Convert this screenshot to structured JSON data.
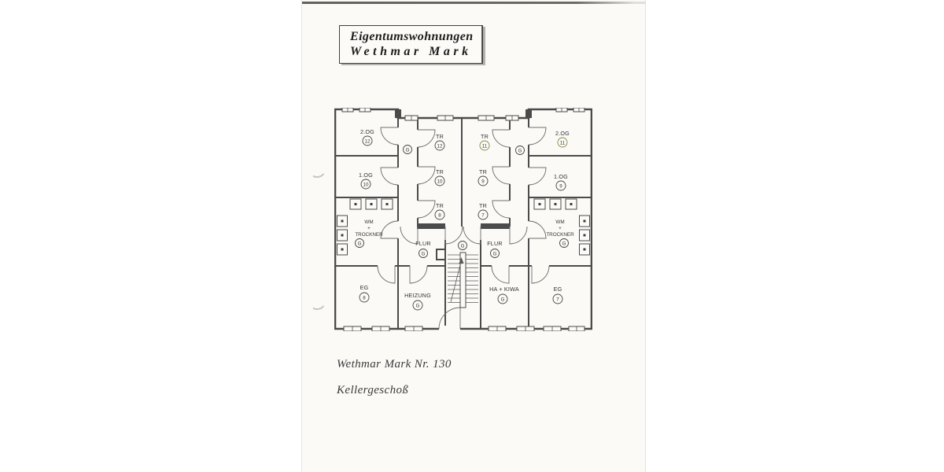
{
  "scan": {
    "header_box": {
      "line1": "Eigentumswohnungen",
      "line2": "Wethmar Mark"
    },
    "footer": {
      "line1": "Wethmar Mark Nr. 130",
      "line2": "Kellergeschoß"
    }
  },
  "plan": {
    "colors": {
      "wall": "#4b4b4b",
      "highlight_fill": "#ece8a8"
    },
    "rooms": {
      "og2_12": {
        "name": "2.OG",
        "unit": "12"
      },
      "og1_10": {
        "name": "1.OG",
        "unit": "10"
      },
      "wm_left": {
        "line1": "WM",
        "line2": "+",
        "line3": "TROCKNER",
        "unit": "G"
      },
      "eg8": {
        "name": "EG",
        "unit": "8"
      },
      "tr12": {
        "name": "TR",
        "unit": "12"
      },
      "tr10": {
        "name": "TR",
        "unit": "10"
      },
      "tr8": {
        "name": "TR",
        "unit": "8"
      },
      "tr11": {
        "name": "TR",
        "unit": "11"
      },
      "tr9": {
        "name": "TR",
        "unit": "9"
      },
      "tr7": {
        "name": "TR",
        "unit": "7"
      },
      "og2_11": {
        "name": "2.OG",
        "unit": "11"
      },
      "og1_9": {
        "name": "1.OG",
        "unit": "9"
      },
      "wm_right": {
        "line1": "WM",
        "line2": "+",
        "line3": "TROCKNER",
        "unit": "G"
      },
      "eg7": {
        "name": "EG",
        "unit": "7"
      },
      "flur_left": {
        "name": "FLUR",
        "unit": "G"
      },
      "flur_right": {
        "name": "FLUR",
        "unit": "G"
      },
      "hall_left": {
        "unit": "G"
      },
      "hall_right": {
        "unit": "G"
      },
      "stair_hall": {
        "unit": "G"
      },
      "heizung": {
        "name": "HEIZUNG",
        "unit": "G"
      },
      "hakiwa": {
        "name": "HA + KIWA",
        "unit": "G"
      }
    }
  }
}
